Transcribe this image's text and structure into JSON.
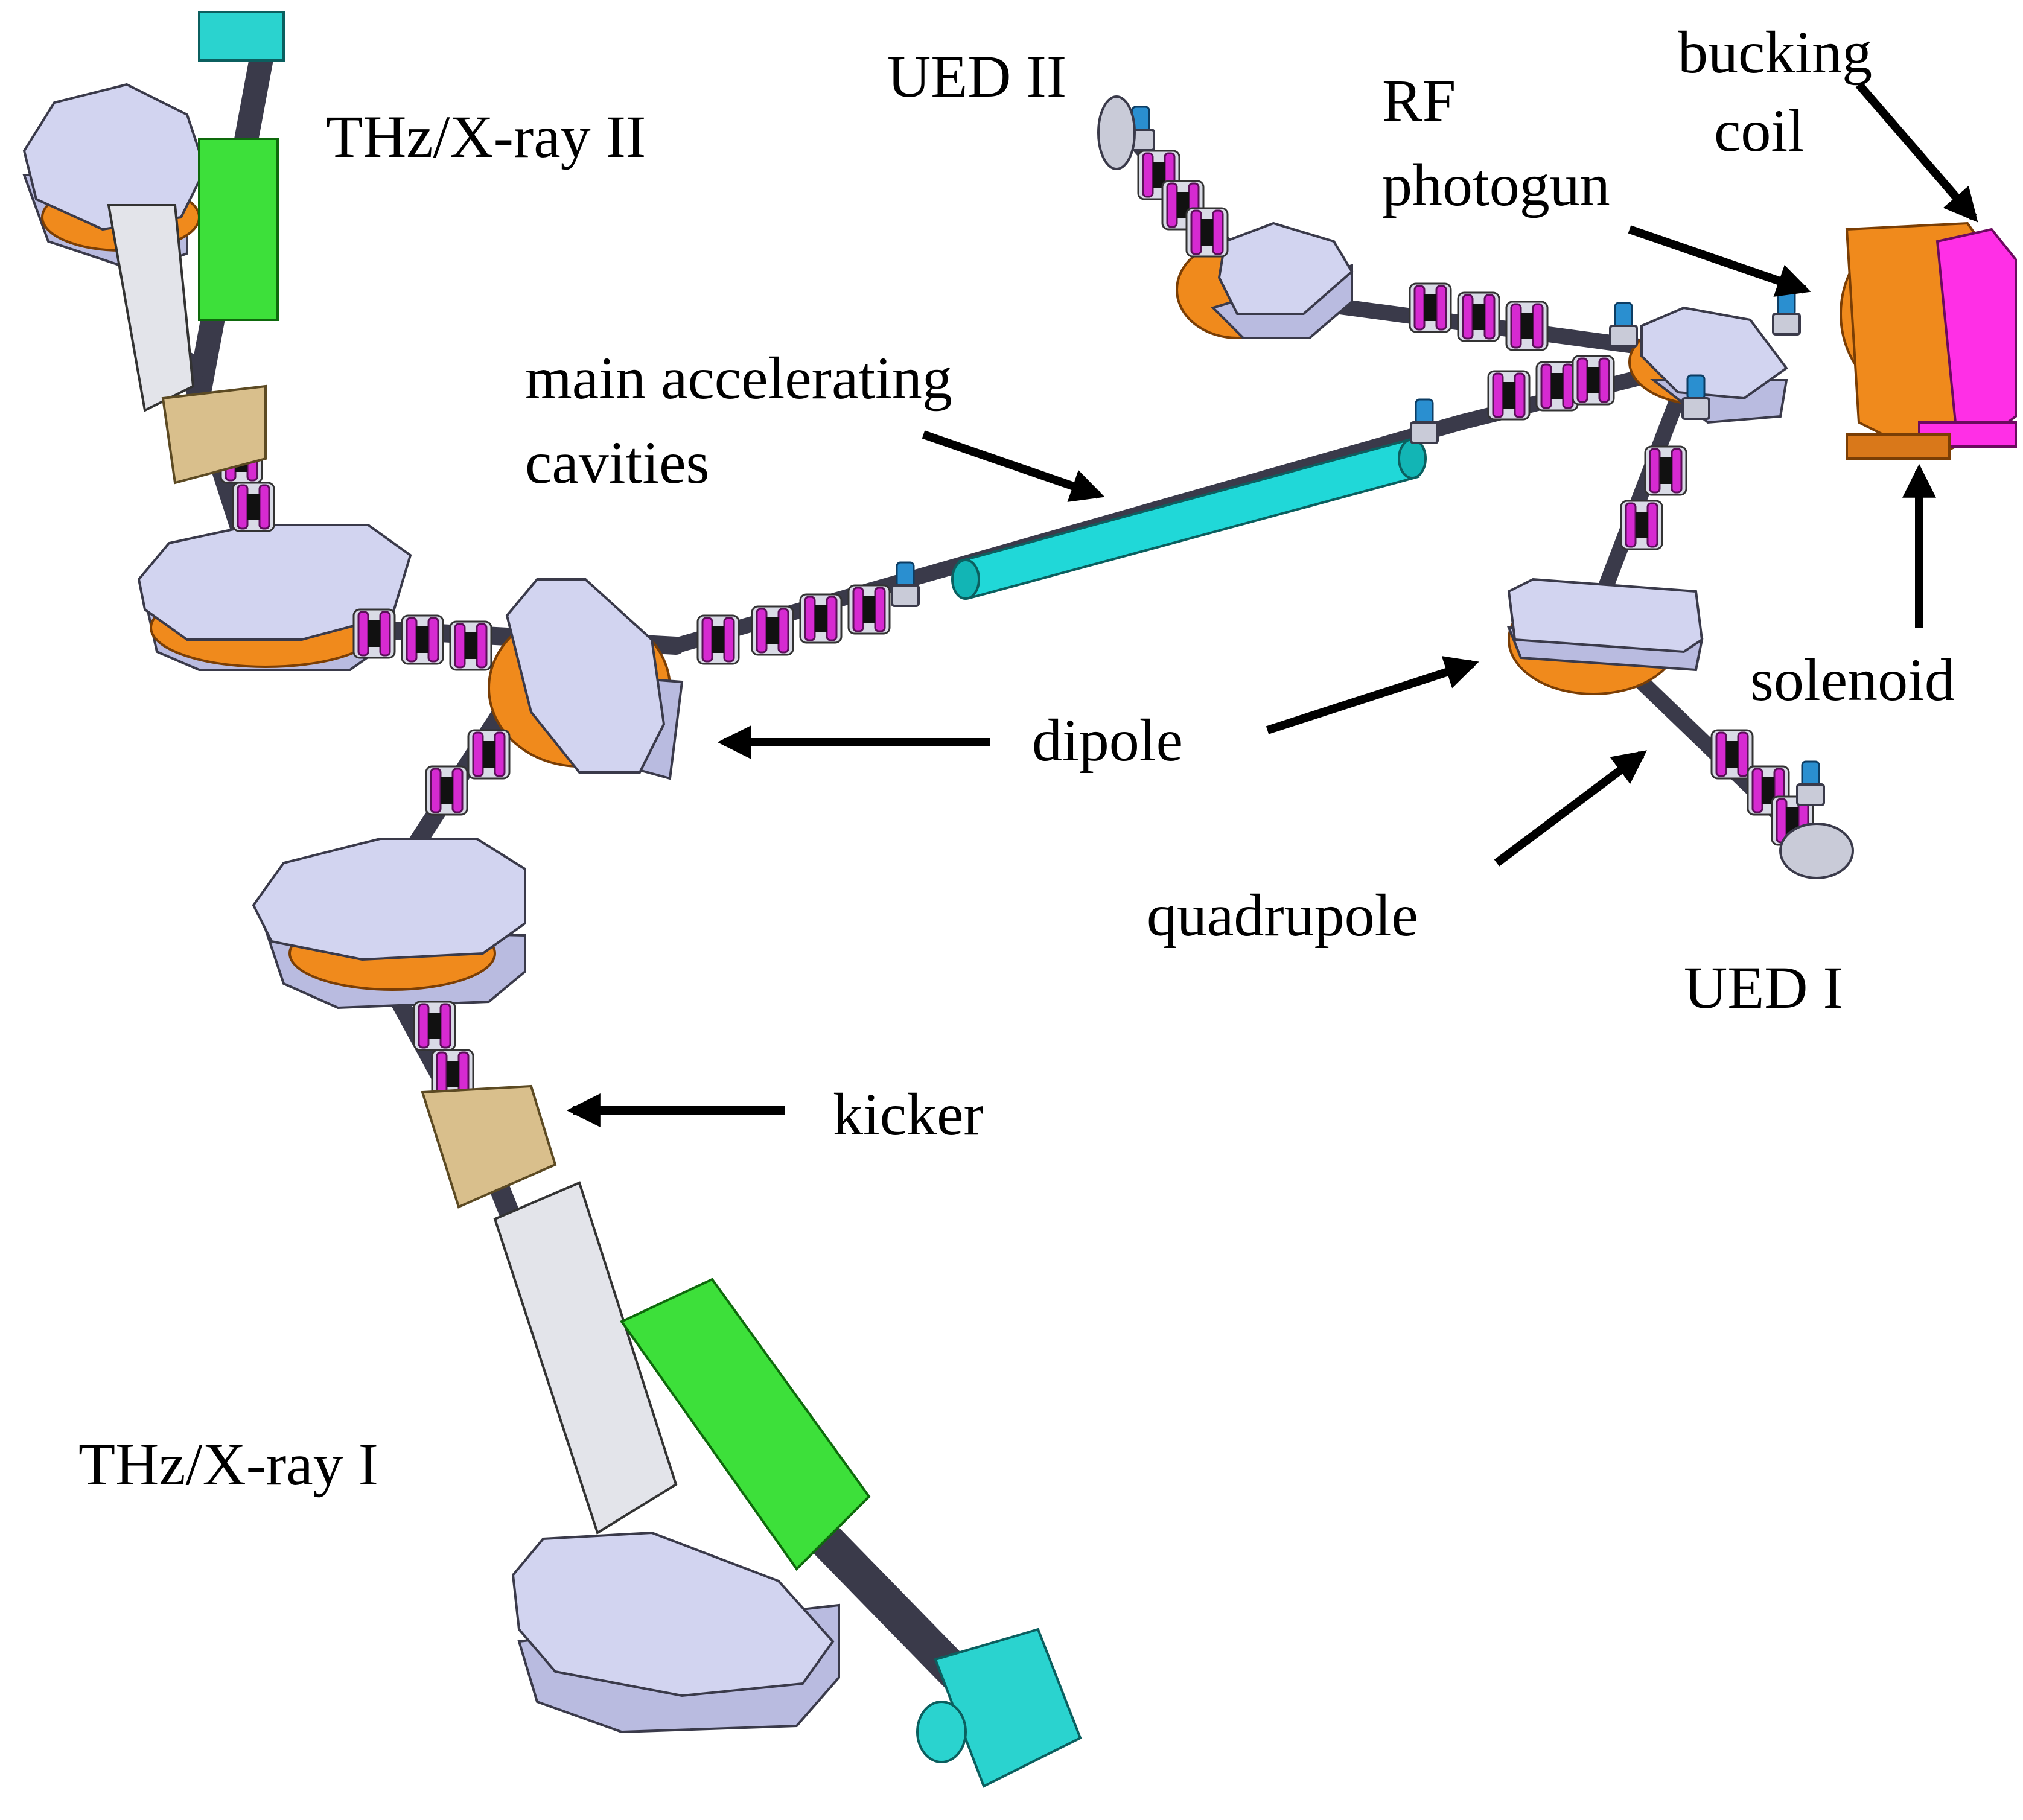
{
  "labels": {
    "ued2": "UED II",
    "rf_photogun_1": "RF",
    "rf_photogun_2": "photogun",
    "bucking_1": "bucking",
    "bucking_2": "coil",
    "thz2": "THz/X-ray II",
    "main_cav_1": "main accelerating",
    "main_cav_2": "cavities",
    "solenoid": "solenoid",
    "dipole": "dipole",
    "quadrupole": "quadrupole",
    "ued1": "UED I",
    "kicker": "kicker",
    "thz1": "THz/X-ray I"
  },
  "colors": {
    "dipole_yoke": "#d2d4f0",
    "dipole_coil": "#f08a1c",
    "cavity": "#20d8d8",
    "undulator": "#3de03a",
    "kicker": "#d9bf8c",
    "quadrupole_coil": "#d62ad1",
    "bucking_coil": "#ff2fe6",
    "gun_solenoid": "#f08a1c",
    "vacuum_valve": "#2a8fd0",
    "detector_block": "#2ad3cf"
  }
}
